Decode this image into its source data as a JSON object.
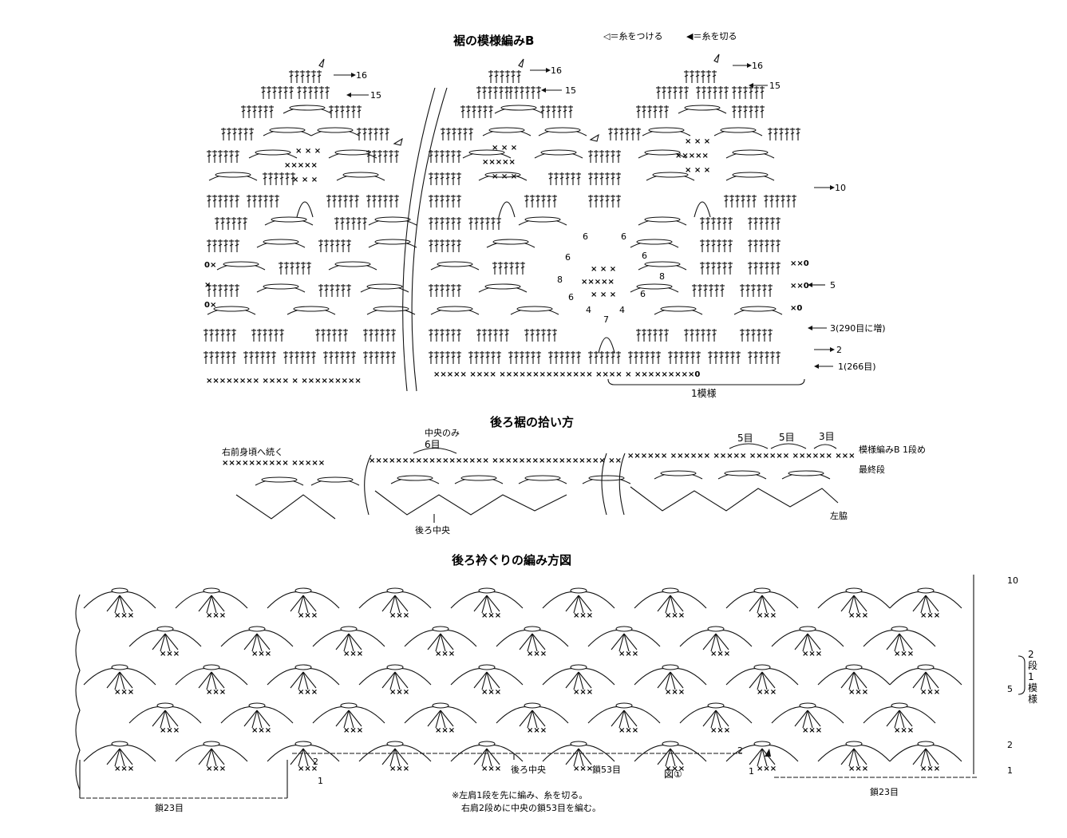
{
  "legend": {
    "attach": "◁＝糸をつける",
    "cut": "◀＝糸を切る"
  },
  "diagram_a": {
    "title": "裾の模様編みB",
    "row_labels": {
      "r16": "16",
      "r15": "15",
      "r10": "10",
      "r5": "5",
      "r3": "3(290目に増)",
      "r2": "2",
      "r1": "1(266目)"
    },
    "repeat_label": "1模様",
    "chain_counts": [
      "6",
      "6",
      "6",
      "6",
      "8",
      "8",
      "6",
      "6",
      "4",
      "4",
      "7"
    ]
  },
  "diagram_b": {
    "title": "後ろ裾の拾い方",
    "labels": {
      "right_front": "右前身頃へ続く",
      "center_only": "中央のみ",
      "six": "6目",
      "five_a": "5目",
      "five_b": "5目",
      "three": "3目",
      "pattern_first": "模様編みB 1段め",
      "last_row": "最終段",
      "back_center": "後ろ中央",
      "left_side": "左脇"
    }
  },
  "diagram_c": {
    "title": "後ろ衿ぐりの編み方図",
    "row_labels": {
      "r10": "10",
      "r5": "5",
      "r2": "2",
      "r1": "1"
    },
    "repeat_label_a": "2",
    "repeat_label_b": "段",
    "repeat_label_c": "1",
    "repeat_label_d": "模",
    "repeat_label_e": "様",
    "left_labels": {
      "r2": "2",
      "r1": "1"
    },
    "mid_labels": {
      "r2": "2",
      "r1": "1"
    },
    "back_center": "後ろ中央",
    "chain53": "鎖53目",
    "fig": "図①",
    "chain23_left": "鎖23目",
    "chain23_right": "鎖23目",
    "note1": "※左肩1段を先に編み、糸を切る。",
    "note2": "右肩2段めに中央の鎖53目を編む。"
  }
}
